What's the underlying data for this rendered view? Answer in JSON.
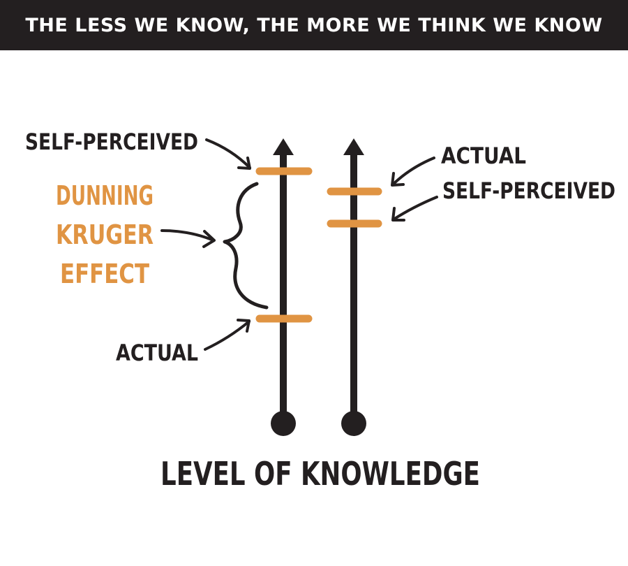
{
  "banner": {
    "title": "THE LESS WE KNOW, THE MORE WE THINK WE KNOW"
  },
  "left_scale": {
    "self_perceived_label": "SELF-PERCEIVED",
    "actual_label": "ACTUAL",
    "effect_label_line1": "DUNNING",
    "effect_label_line2": "KRUGER",
    "effect_label_line3": "EFFECT"
  },
  "right_scale": {
    "actual_label": "ACTUAL",
    "self_perceived_label": "SELF-PERCEIVED"
  },
  "axis_label": "LEVEL OF KNOWLEDGE",
  "colors": {
    "banner_bg": "#231f20",
    "ink": "#231f20",
    "accent": "#e09443",
    "background": "#ffffff"
  }
}
